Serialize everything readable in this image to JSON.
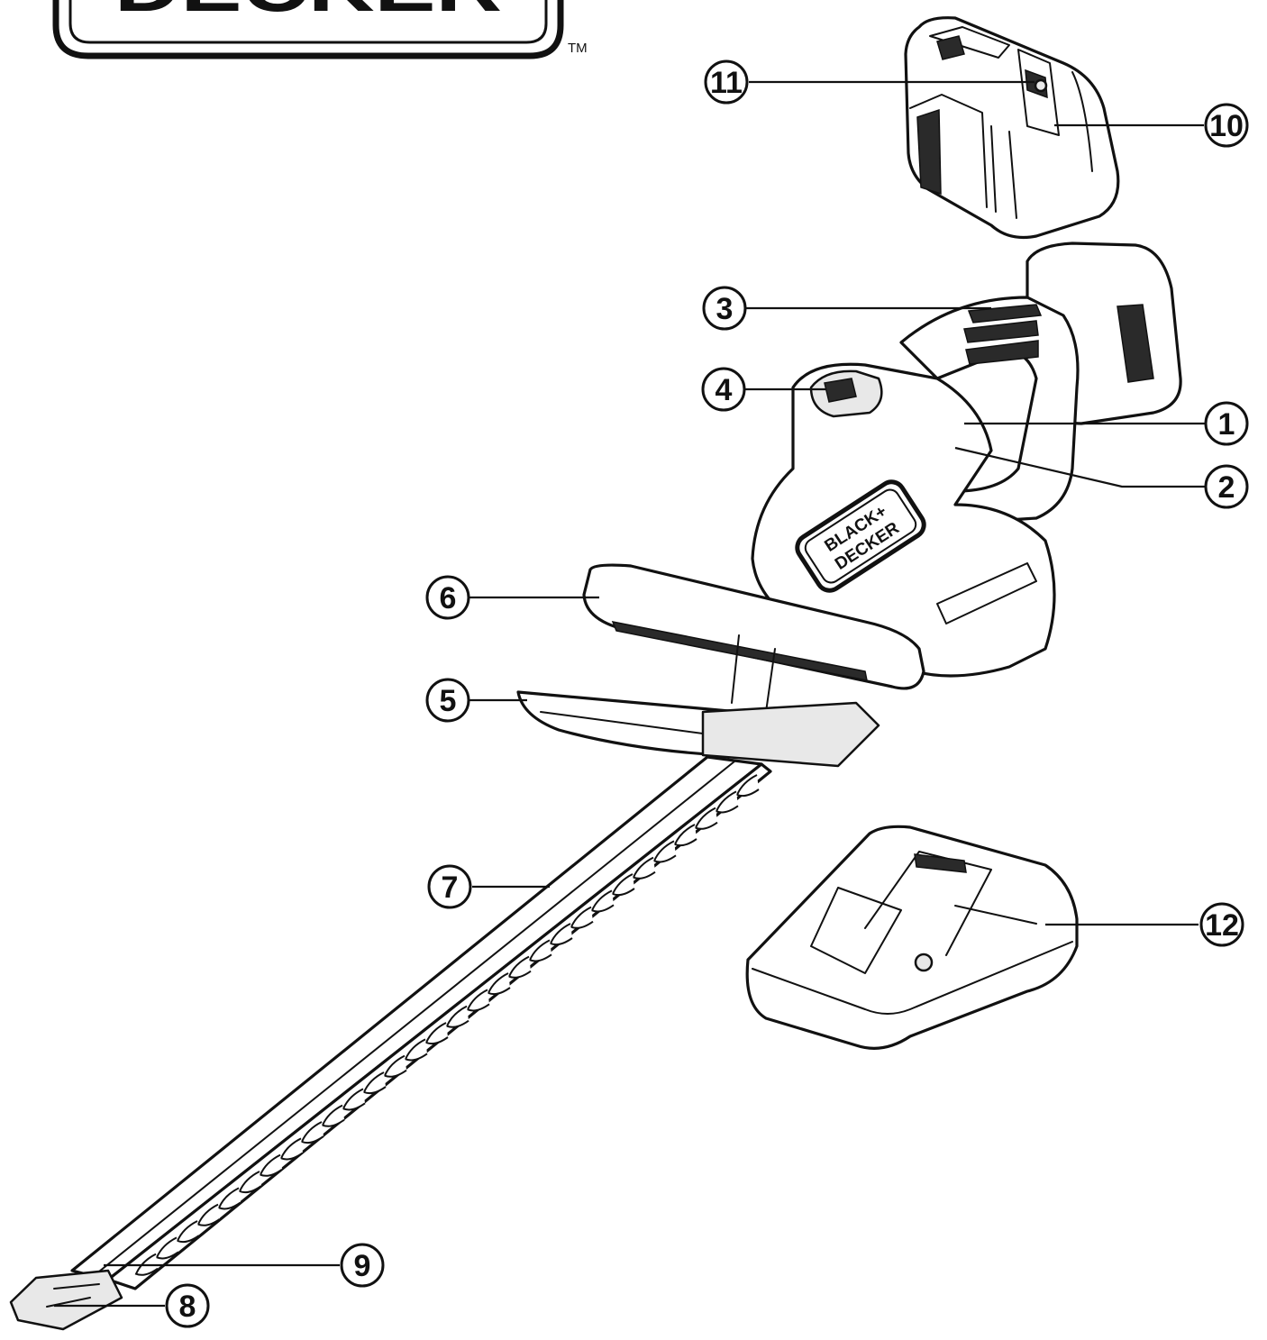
{
  "logo": {
    "wordmark": "DECKER",
    "trademark": "TM",
    "badge_line1": "BLACK+",
    "badge_line2": "DECKER"
  },
  "callouts": [
    {
      "id": "1",
      "label": "1"
    },
    {
      "id": "2",
      "label": "2"
    },
    {
      "id": "3",
      "label": "3"
    },
    {
      "id": "4",
      "label": "4"
    },
    {
      "id": "5",
      "label": "5"
    },
    {
      "id": "6",
      "label": "6"
    },
    {
      "id": "7",
      "label": "7"
    },
    {
      "id": "8",
      "label": "8"
    },
    {
      "id": "9",
      "label": "9"
    },
    {
      "id": "10",
      "label": "10"
    },
    {
      "id": "11",
      "label": "11"
    },
    {
      "id": "12",
      "label": "12"
    }
  ],
  "colors": {
    "ink": "#111111",
    "background": "#ffffff"
  }
}
